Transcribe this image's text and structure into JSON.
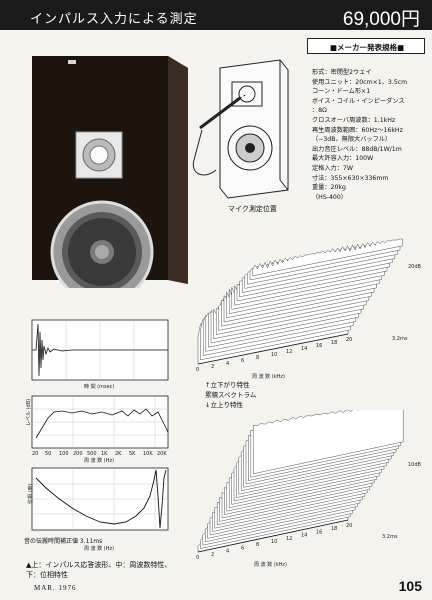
{
  "header": {
    "title": "インパルス入力による測定",
    "price": "69,000円"
  },
  "specs": {
    "title": "■メーカー発表規格■",
    "items": [
      "形式：密閉型2ウェイ",
      "使用ユニット：20cm×1、3.5cm",
      "コーン・ドーム形×1",
      "ボイス・コイル・インピーダンス",
      "：8Ω",
      "クロスオーバ周波数：1.1kHz",
      "再生周波数範囲：60Hz～16kHz",
      "（−3dB、無限大バッフル）",
      "出力音圧レベル：88dB/1W/1m",
      "最大許容入力：100W",
      "定格入力：7W",
      "寸法：355×630×336mm",
      "重量：20kg",
      "（HS-400）"
    ]
  },
  "diagram": {
    "mic_caption": "マイク測定位置"
  },
  "waterfall_top": {
    "z_label": "20dB",
    "y_label": "3.2ms",
    "x_label": "周 波 数 (kHz)",
    "x_ticks": [
      "0",
      "2",
      "4",
      "6",
      "8",
      "10",
      "12",
      "14",
      "16",
      "18",
      "20"
    ]
  },
  "waterfall_bottom": {
    "z_label": "10dB",
    "y_label": "3.2ms",
    "x_label": "周 波 数 (kHz)",
    "x_ticks": [
      "0",
      "2",
      "4",
      "6",
      "8",
      "10",
      "12",
      "14",
      "16",
      "18",
      "20"
    ]
  },
  "middle_caption": {
    "line1": "↑立下がり特性",
    "line2": "累積スペクトラム",
    "line3": "↓立上り特性"
  },
  "graphs": {
    "impulse_xlabel": "時 間 (msec)",
    "freq_ylabel": "レベル (dB)",
    "freq_xlabel": "周 波 数 (Hz)",
    "phase_ylabel": "位相 (度)",
    "phase_xlabel": "周 波 数 (Hz)",
    "freq_ticks": [
      "20",
      "50",
      "100",
      "200",
      "500",
      "1K",
      "2K",
      "5K",
      "10K",
      "20K"
    ],
    "note": "音の伝搬時間補正値 3.11ms"
  },
  "bottom_caption": {
    "line1": "▲上：インパルス応答波形、中：周波数特性、",
    "line2": "下：位相特性"
  },
  "footer": {
    "date": "MAR. 1976",
    "page": "105"
  }
}
